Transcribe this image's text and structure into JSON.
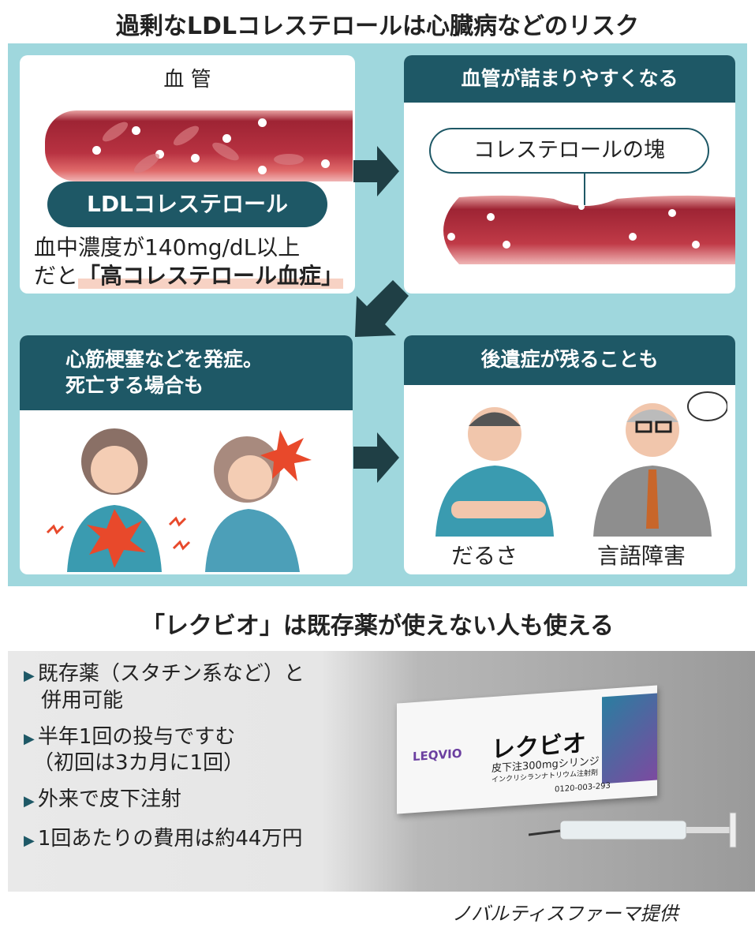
{
  "title": "過剰なLDLコレステロールは心臓病などのリスク",
  "step1": {
    "heading": "血 管",
    "label": "LDLコレステロール",
    "note_line1": "血中濃度が140mg/dL以上",
    "note_line2_prefix": "だと",
    "note_line2_highlight": "「高コレステロール血症」"
  },
  "step2": {
    "heading": "血管が詰まりやすくなる",
    "callout": "コレステロールの塊"
  },
  "step3": {
    "heading_line1": "心筋梗塞などを発症。",
    "heading_line2": "死亡する場合も"
  },
  "step4": {
    "heading": "後遺症が残ることも",
    "labels": [
      "だるさ",
      "言語障害"
    ]
  },
  "section2_title": "「レクビオ」は既存薬が使えない人も使える",
  "bullets": [
    {
      "line1": "既存薬（スタチン系など）と",
      "line2": "併用可能"
    },
    {
      "line1": "半年1回の投与ですむ",
      "line2": "（初回は3カ月に1回）"
    },
    {
      "line1": "外来で皮下注射",
      "line2": ""
    },
    {
      "line1": "1回あたりの費用は約44万円",
      "line2": ""
    }
  ],
  "product": {
    "brand": "LEQVIO",
    "name": "レクビオ",
    "sub": "皮下注300mgシリンジ",
    "generic": "インクリシランナトリウム注射剤",
    "phone": "0120-003-293"
  },
  "credit": "ノバルティスファーマ提供",
  "colors": {
    "panel": "#9fd7dd",
    "header": "#1e5866",
    "arrow": "#1f3f45"
  }
}
